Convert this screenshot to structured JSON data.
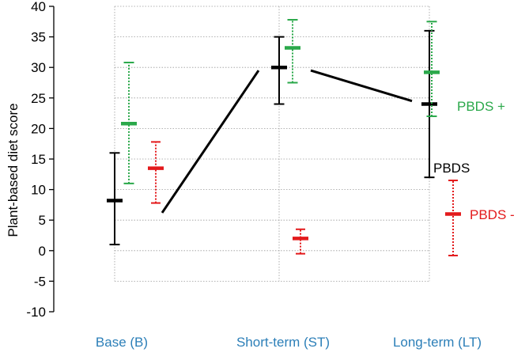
{
  "chart_data": {
    "type": "errorbar",
    "ylabel": "Plant-based diet score",
    "ylim": [
      -10,
      40
    ],
    "yticks": [
      -10,
      -5,
      0,
      5,
      10,
      15,
      20,
      25,
      30,
      35,
      40
    ],
    "categories": [
      "Base (B)",
      "Short-term (ST)",
      "Long-term (LT)"
    ],
    "category_color": "#2c7fb8",
    "grid": true,
    "series": [
      {
        "name": "PBDS",
        "color": "#000000",
        "line_style": "solid",
        "points": [
          {
            "mean": 8.2,
            "low": 1.0,
            "high": 16.0
          },
          {
            "mean": 30.0,
            "low": 24.0,
            "high": 35.0
          },
          {
            "mean": 24.0,
            "low": 12.0,
            "high": 36.0
          }
        ]
      },
      {
        "name": "PBDS +",
        "color": "#2aa84a",
        "line_style": "dotted",
        "points": [
          {
            "mean": 20.8,
            "low": 11.0,
            "high": 30.8
          },
          {
            "mean": 33.2,
            "low": 27.5,
            "high": 37.8
          },
          {
            "mean": 29.2,
            "low": 22.0,
            "high": 37.5
          }
        ]
      },
      {
        "name": "PBDS -",
        "color": "#e31a1c",
        "line_style": "dotted",
        "points": [
          {
            "mean": 13.5,
            "low": 7.8,
            "high": 17.8
          },
          {
            "mean": 2.0,
            "low": -0.5,
            "high": 3.5
          },
          {
            "mean": 6.0,
            "low": -0.8,
            "high": 11.5
          }
        ]
      }
    ],
    "trend_line": {
      "series": "PBDS",
      "segments": [
        [
          6.2,
          29.5
        ],
        [
          29.5,
          24.5
        ]
      ]
    }
  }
}
